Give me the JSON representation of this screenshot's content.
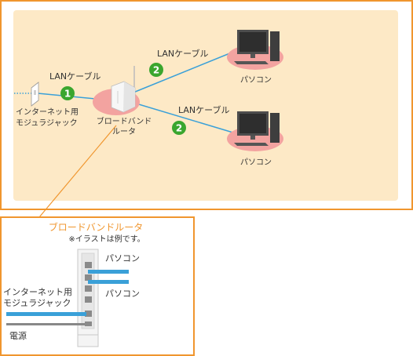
{
  "colors": {
    "frame": "#f0962e",
    "panel_bg": "#fde9c6",
    "cable": "#3aa0d8",
    "badge": "#3aa62e",
    "glow": "#f08080"
  },
  "top_diagram": {
    "modular_jack_label": [
      "インターネット用",
      "モジュラジャック"
    ],
    "router_label": [
      "ブロードバンド",
      "ルータ"
    ],
    "cable_label_1": "LANケーブル",
    "cable_label_2a": "LANケーブル",
    "cable_label_2b": "LANケーブル",
    "badge_1": "1",
    "badge_2a": "2",
    "badge_2b": "2",
    "pc_label_top": "パソコン",
    "pc_label_bottom": "パソコン"
  },
  "detail_box": {
    "title": "ブロードバンドルータ",
    "note": "※イラストは例です。",
    "pc_label_1": "パソコン",
    "pc_label_2": "パソコン",
    "jack_label": [
      "インターネット用",
      "モジュラジャック"
    ],
    "power_label": "電源"
  }
}
